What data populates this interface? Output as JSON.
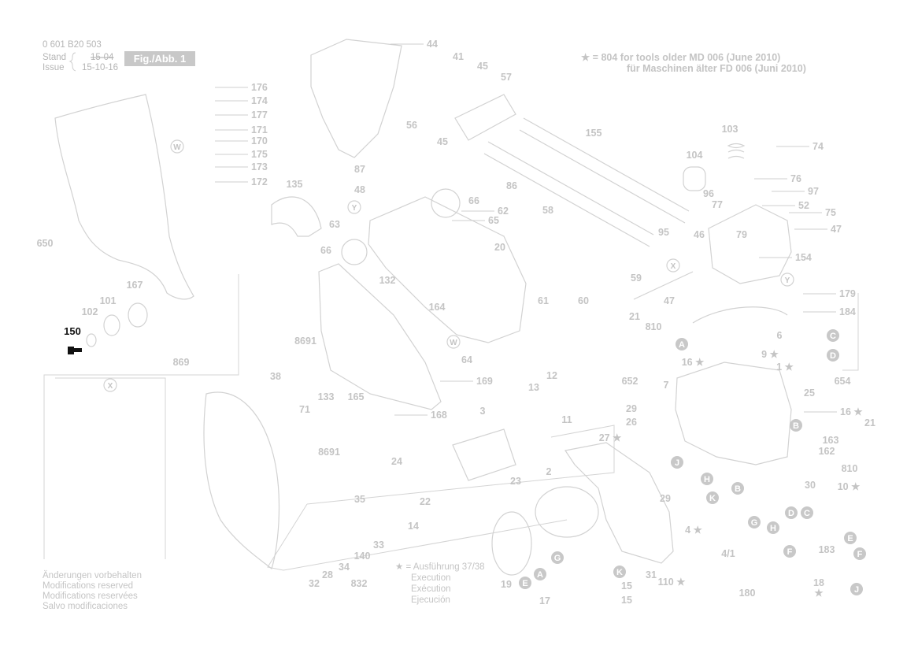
{
  "header": {
    "doc_number": "0 601 B20 503",
    "stand_label": "Stand",
    "stand_value": "15-04",
    "issue_label": "Issue",
    "issue_value": "15-10-16",
    "figure_tag": "Fig./Abb. 1"
  },
  "note": {
    "line1": "★ = 804  for tools older MD 006 (June 2010)",
    "line2": "für Maschinen älter FD 006 (Juni 2010)"
  },
  "footer_left": [
    "Änderungen vorbehalten",
    "Modifications reserved",
    "Modifications reservées",
    "Salvo modificaciones"
  ],
  "footer_variant": {
    "line1": "★ = Ausführung 37/38",
    "line2": "Execution",
    "line3": "Exécution",
    "line4": "Ejecución"
  },
  "highlighted_part": "150",
  "colors": {
    "highlight": "#111111",
    "faded": "#c4c4c4",
    "badge": "#c8c8c8"
  },
  "labels": [
    "44",
    "41",
    "45",
    "57",
    "176",
    "174",
    "177",
    "171",
    "170",
    "175",
    "173",
    "172",
    "56",
    "45",
    "155",
    "103",
    "74",
    "87",
    "86",
    "104",
    "76",
    "97",
    "48",
    "135",
    "66",
    "62",
    "65",
    "58",
    "96",
    "77",
    "52",
    "75",
    "63",
    "95",
    "46",
    "79",
    "47",
    "650",
    "66",
    "20",
    "154",
    "132",
    "167",
    "101",
    "102",
    "150",
    "59",
    "179",
    "61",
    "60",
    "164",
    "47",
    "184",
    "21",
    "810",
    "8691",
    "869",
    "64",
    "169",
    "9 ★",
    "652",
    "16 ★",
    "654",
    "6",
    "1 ★",
    "38",
    "133",
    "165",
    "13",
    "12",
    "7",
    "25",
    "71",
    "3",
    "168",
    "11",
    "29",
    "26",
    "16 ★",
    "27 ★",
    "21",
    "163",
    "162",
    "8691",
    "24",
    "23",
    "2",
    "810",
    "30",
    "10 ★",
    "35",
    "22",
    "14",
    "29",
    "183",
    "33",
    "4 ★",
    "140",
    "34",
    "28",
    "32",
    "832",
    "31",
    "19",
    "15",
    "17",
    "15",
    "110 ★",
    "4/1",
    "180",
    "18",
    "★"
  ],
  "ring_markers": [
    "W",
    "Y",
    "X",
    "Y",
    "W",
    "X"
  ],
  "badges": [
    "C",
    "D",
    "A",
    "B",
    "J",
    "H",
    "K",
    "B",
    "G",
    "H",
    "D",
    "C",
    "E",
    "F",
    "E",
    "A",
    "K",
    "G",
    "F",
    "J"
  ]
}
